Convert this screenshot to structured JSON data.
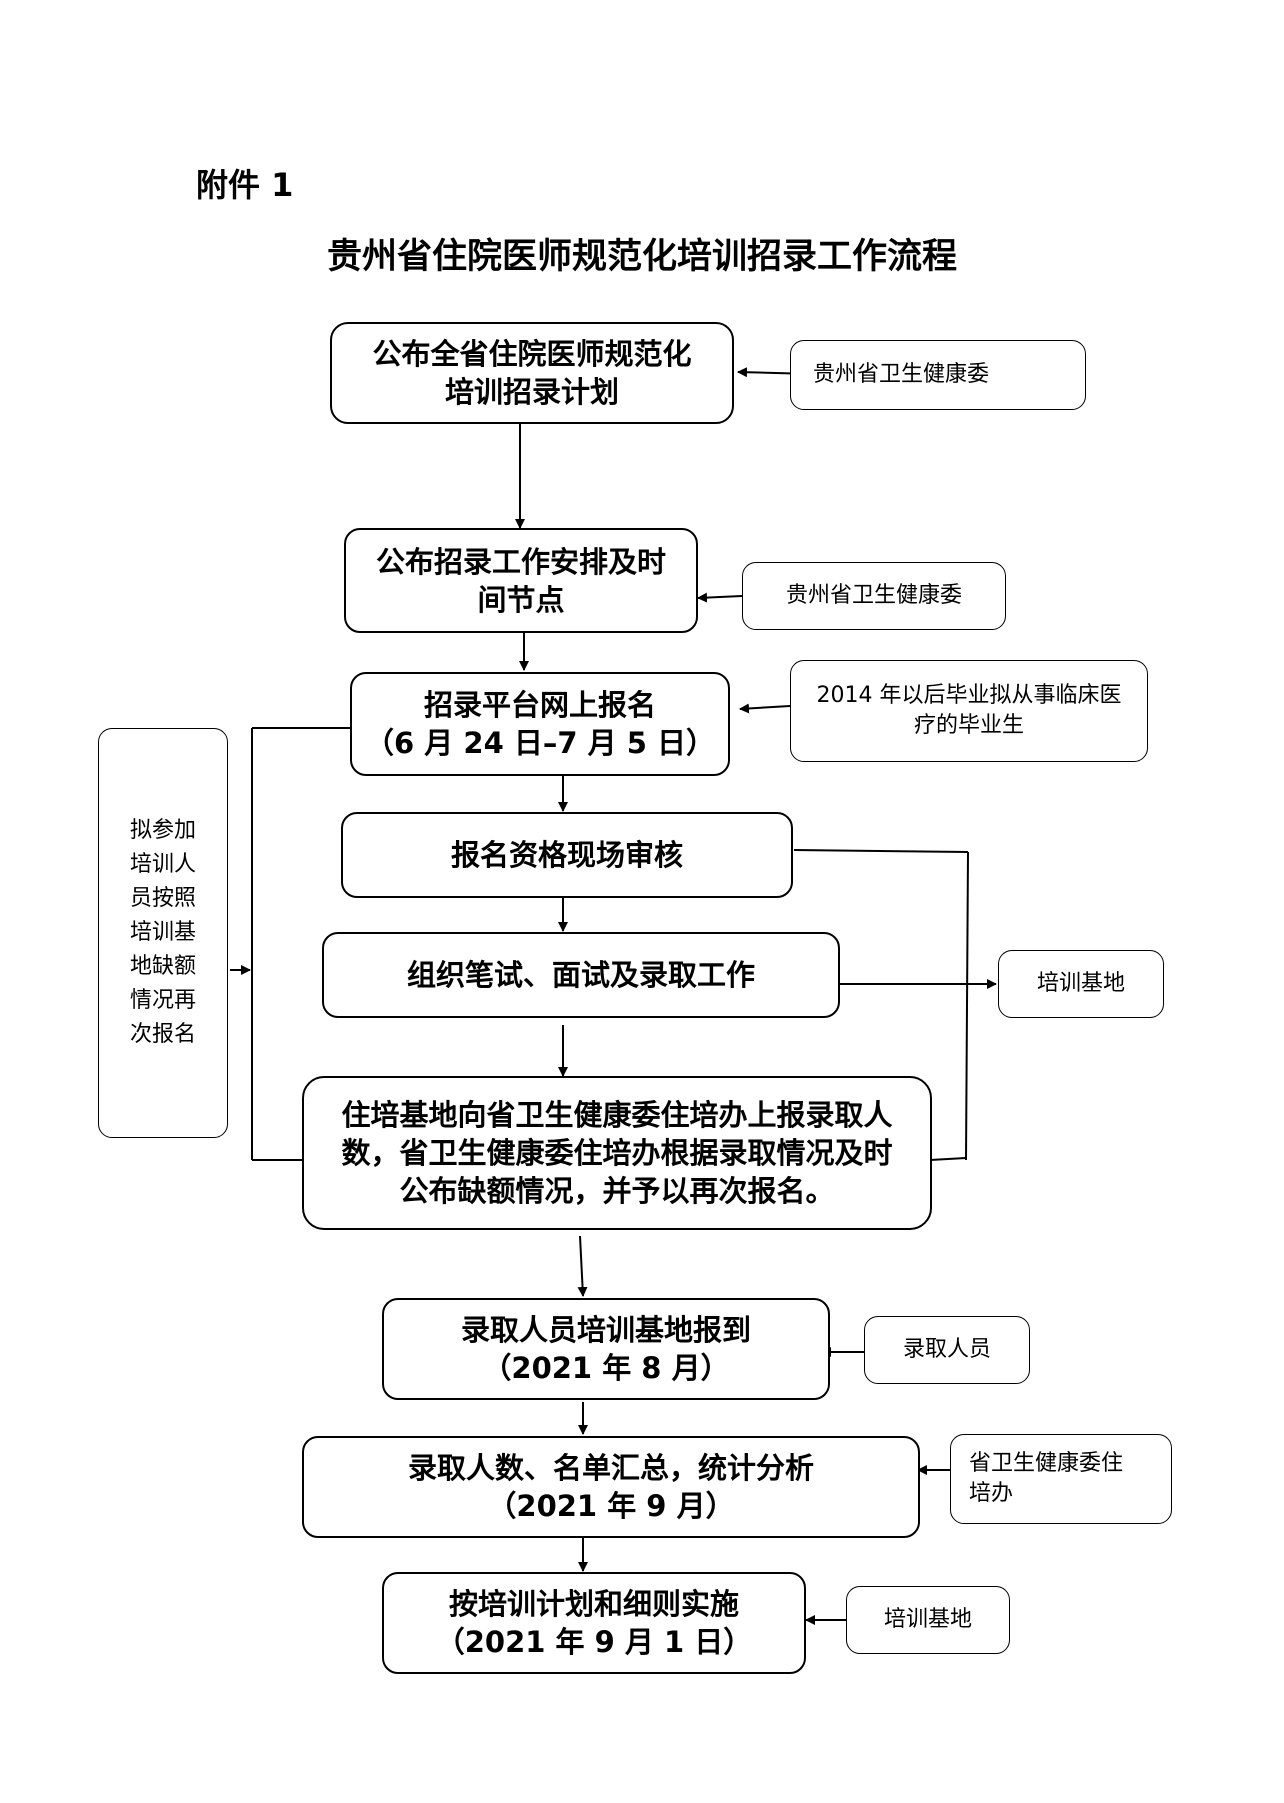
{
  "header": {
    "attachment": "附件 1",
    "title": "贵州省住院医师规范化培训招录工作流程"
  },
  "steps": [
    {
      "lines": [
        "公布全省住院医师规范化",
        "培训招录计划"
      ]
    },
    {
      "lines": [
        "公布招录工作安排及时",
        "间节点"
      ]
    },
    {
      "lines": [
        "招录平台网上报名",
        "（6 月 24 日–7 月 5 日）"
      ]
    },
    {
      "lines": [
        "报名资格现场审核"
      ]
    },
    {
      "lines": [
        "组织笔试、面试及录取工作"
      ]
    },
    {
      "lines": [
        "住培基地向省卫生健康委住培办上报录取人",
        "数，省卫生健康委住培办根据录取情况及时",
        "公布缺额情况，并予以再次报名。"
      ]
    },
    {
      "lines": [
        "录取人员培训基地报到",
        "（2021 年 8 月）"
      ]
    },
    {
      "lines": [
        "录取人数、名单汇总，统计分析",
        "（2021 年 9 月）"
      ]
    },
    {
      "lines": [
        "按培训计划和细则实施",
        "（2021 年 9 月 1 日）"
      ]
    }
  ],
  "actors": [
    {
      "lines": [
        "贵州省卫生健康委"
      ]
    },
    {
      "lines": [
        "贵州省卫生健康委"
      ]
    },
    {
      "lines": [
        "2014 年以后毕业拟从事临床医",
        "疗的毕业生"
      ]
    },
    {
      "lines": [
        "培训基地"
      ]
    },
    {
      "lines": [
        "录取人员"
      ]
    },
    {
      "lines": [
        "省卫生健康委住",
        "培办"
      ]
    },
    {
      "lines": [
        "培训基地"
      ]
    }
  ],
  "left_note": {
    "lines": [
      "拟参加",
      "培训人",
      "员按照",
      "培训基",
      "地缺额",
      "情况再",
      "次报名"
    ]
  }
}
